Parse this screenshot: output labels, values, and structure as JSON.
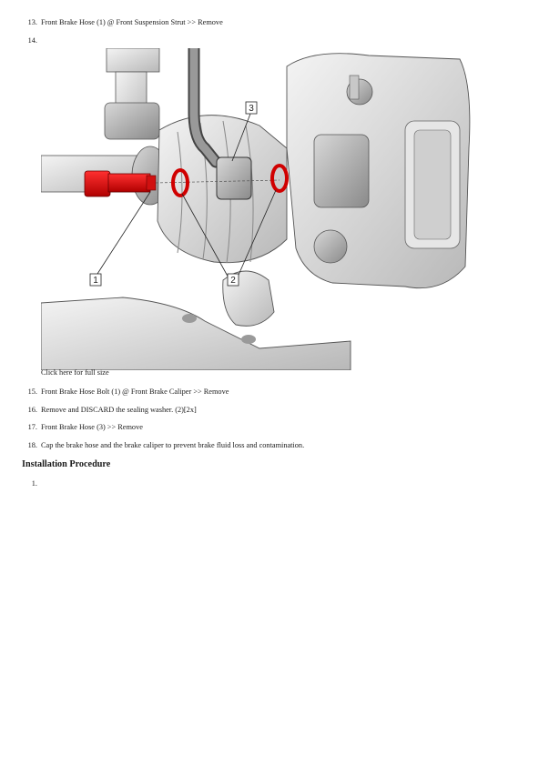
{
  "removal_steps_top": [
    {
      "number": "13.",
      "text": "Front Brake Hose (1) @ Front Suspension Strut >> Remove"
    },
    {
      "number": "14.",
      "text": ""
    }
  ],
  "figure": {
    "caption": "Click here for full size",
    "callouts": [
      "1",
      "2",
      "3"
    ]
  },
  "removal_steps_bottom": [
    {
      "number": "15.",
      "text": "Front Brake Hose Bolt (1) @ Front Brake Caliper >> Remove"
    },
    {
      "number": "16.",
      "text": "Remove and DISCARD the sealing washer. (2)[2x]"
    },
    {
      "number": "17.",
      "text": "Front Brake Hose (3) >> Remove"
    },
    {
      "number": "18.",
      "text": "Cap the brake hose and the brake caliper to prevent brake fluid loss and contamination."
    }
  ],
  "installation": {
    "heading": "Installation Procedure",
    "steps": [
      {
        "number": "1.",
        "text": ""
      }
    ]
  }
}
